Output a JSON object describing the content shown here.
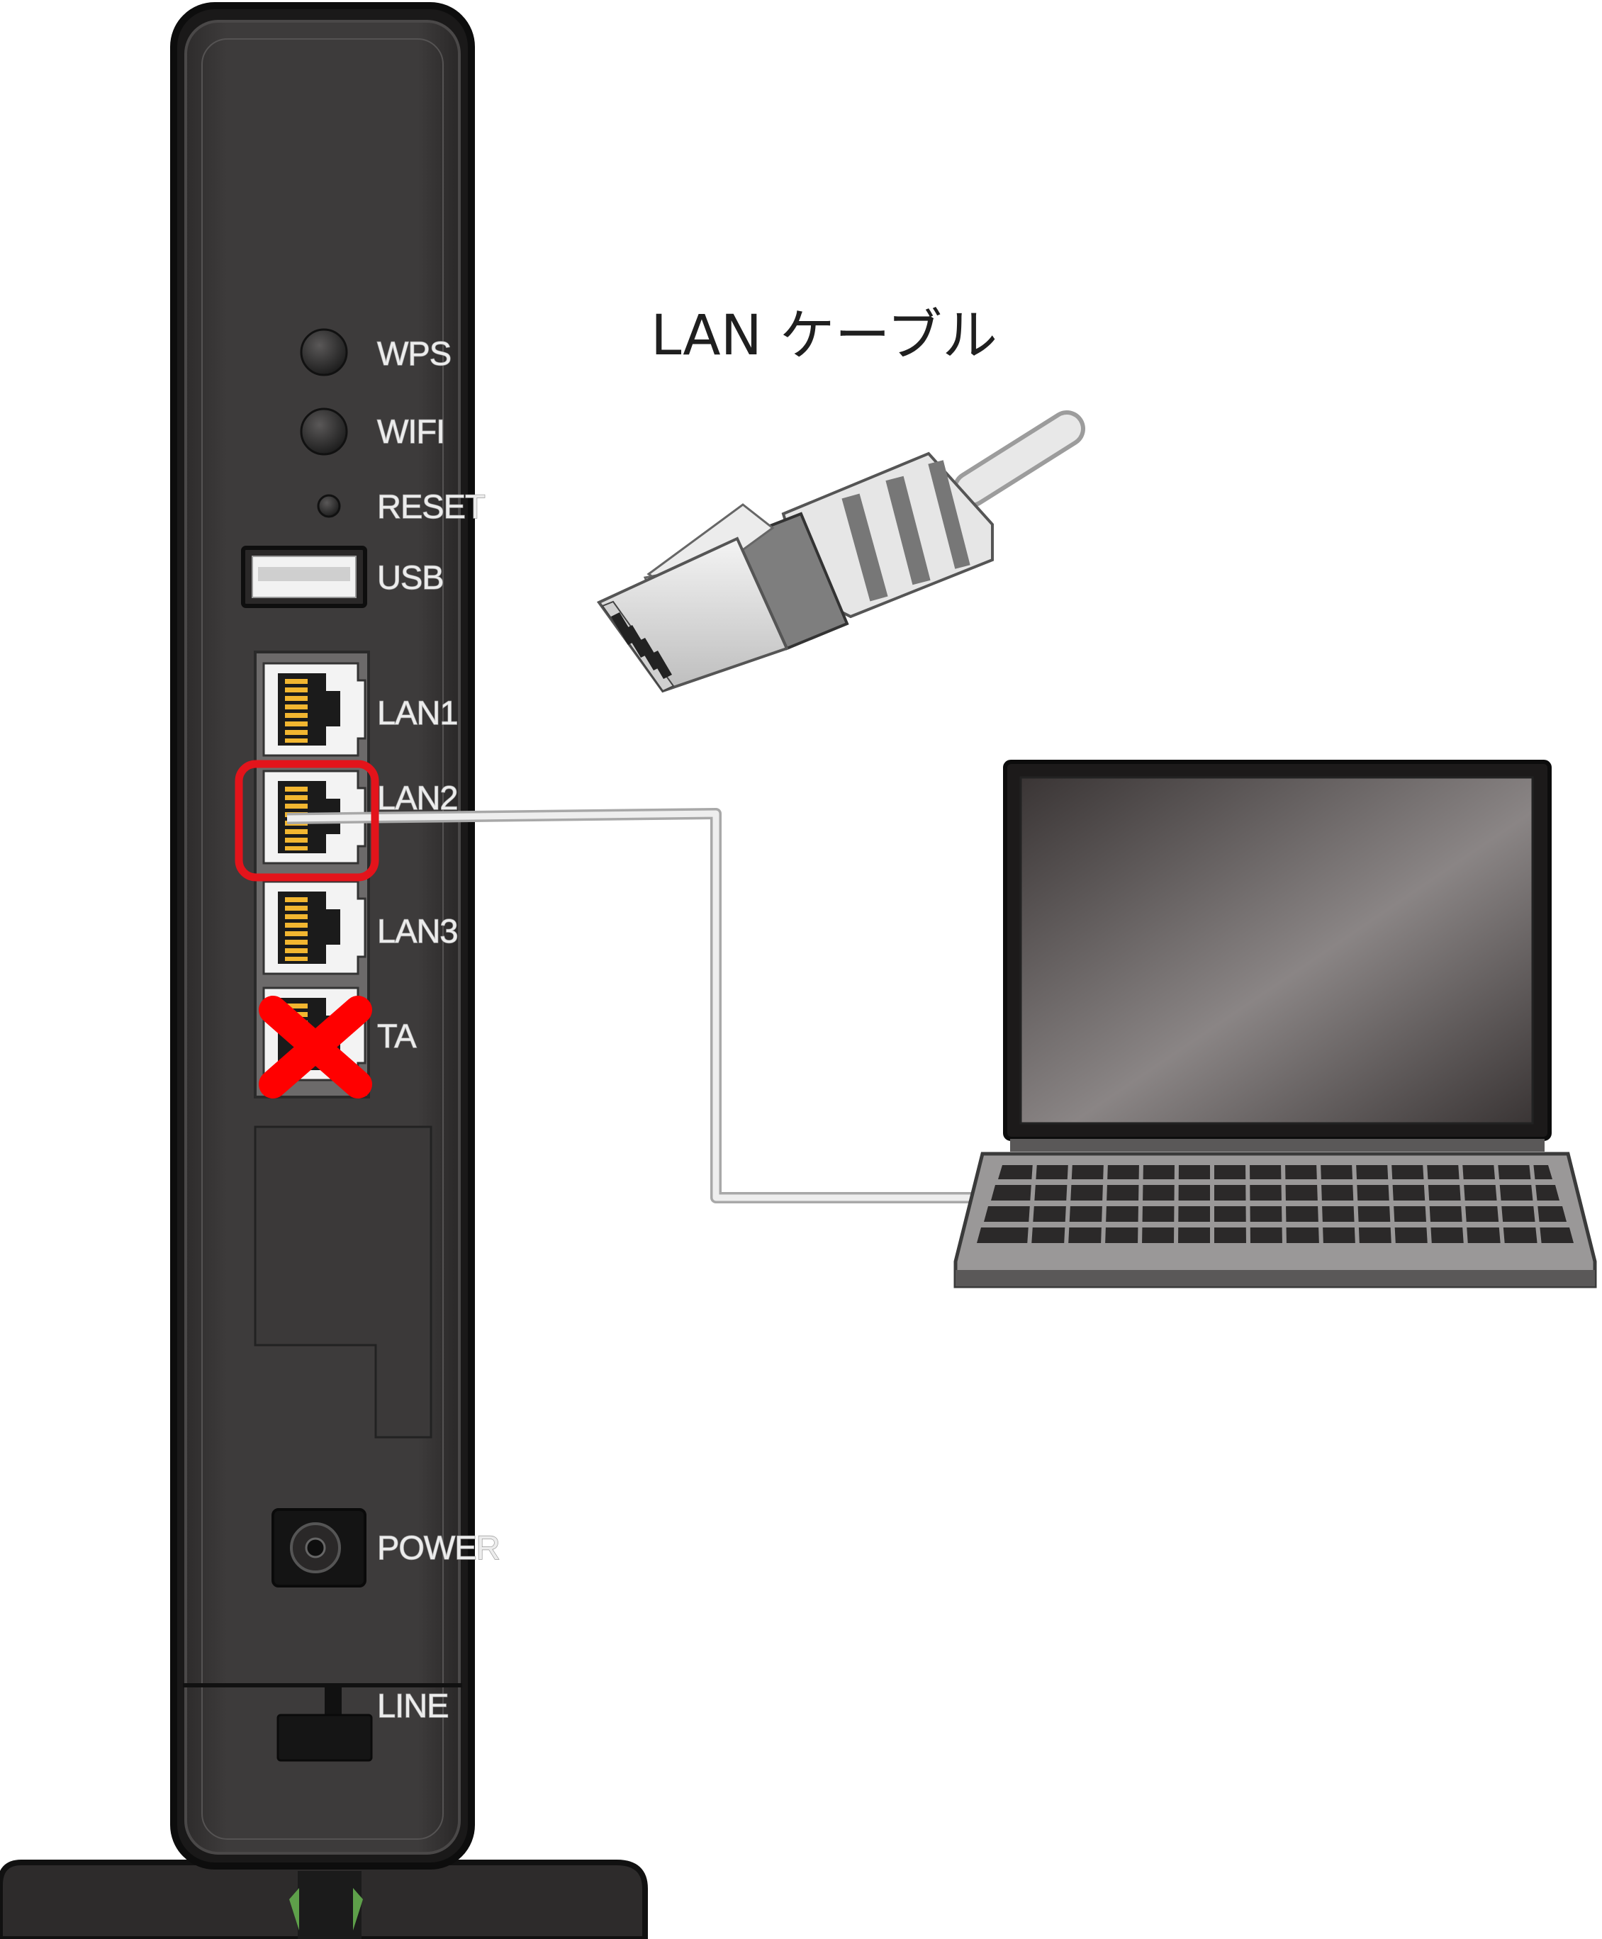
{
  "cable_caption": "LAN ケーブル",
  "router": {
    "buttons": [
      {
        "id": "wps",
        "label": "WPS"
      },
      {
        "id": "wifi",
        "label": "WIFI"
      },
      {
        "id": "reset",
        "label": "RESET"
      }
    ],
    "usb_label": "USB",
    "lan_ports": [
      {
        "id": "lan1",
        "label": "LAN1",
        "highlighted": false
      },
      {
        "id": "lan2",
        "label": "LAN2",
        "highlighted": true
      },
      {
        "id": "lan3",
        "label": "LAN3",
        "highlighted": false
      }
    ],
    "ta_port": {
      "label": "TA",
      "marked_not_to_use": true
    },
    "power_label": "POWER",
    "line_label": "LINE"
  },
  "colors": {
    "router_body": "#3a3838",
    "router_outline": "#111111",
    "port_pins": "#f2b630",
    "highlight_box": "#e3141b",
    "cross_mark": "#ff0000",
    "cable": "#d9d9d9",
    "laptop_body": "#8f8d8d",
    "laptop_screen": "#4e4a4a"
  },
  "icons": {
    "cross": "cross-mark-icon",
    "highlight": "highlight-box-icon"
  }
}
